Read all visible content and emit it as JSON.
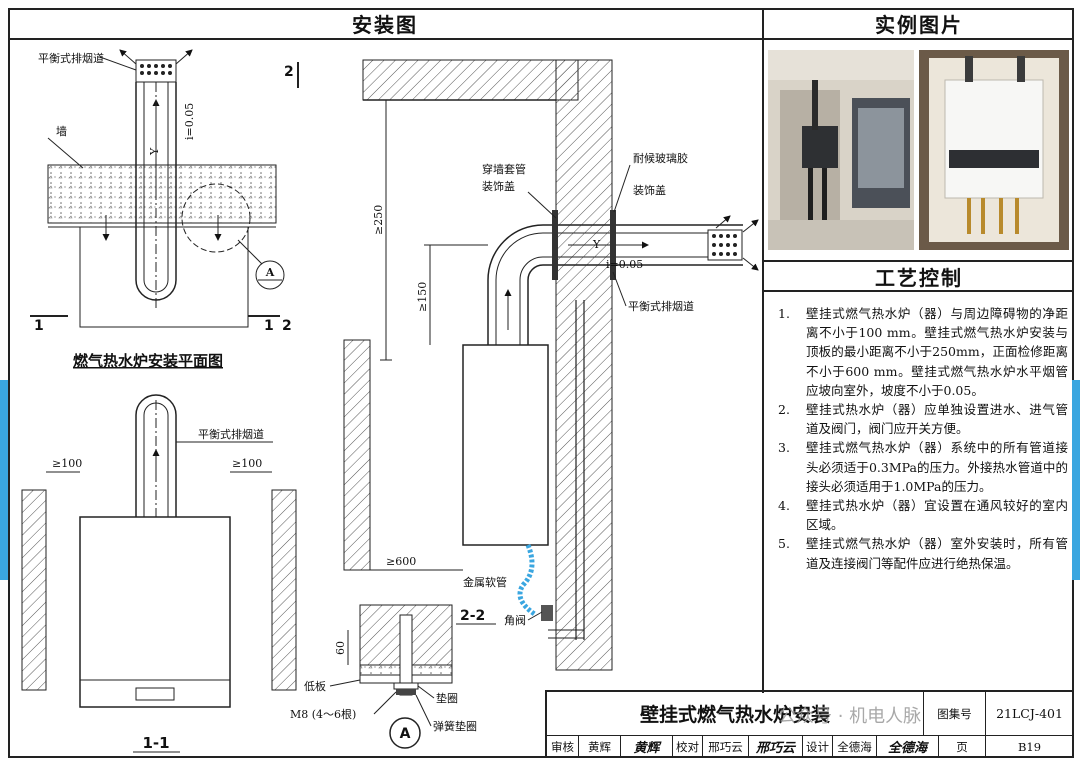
{
  "headers": {
    "install": "安装图",
    "photos": "实例图片",
    "process": "工艺控制"
  },
  "labels": {
    "balanced_flue": "平衡式排烟道",
    "wall": "墙",
    "slope": "i=0.05",
    "flow_y": "Y",
    "detail_a": "A",
    "section_1": "1",
    "section_2": "2",
    "plan_title": "燃气热水炉安装平面图",
    "clear_100": "≥100",
    "section_11": "1-1",
    "wall_sleeve": "穿墙套管",
    "decor_cover": "装饰盖",
    "sealant": "耐候玻璃胶",
    "decor_cover2": "装饰盖",
    "dim_250": "≥250",
    "dim_150": "≥150",
    "dim_600": "≥600",
    "metal_hose": "金属软管",
    "angle_valve": "角阀",
    "section_22": "2-2",
    "dim_60": "60",
    "bottom_plate": "低板",
    "washer": "垫圈",
    "bolts": "M8 (4～6根)",
    "spring_washer": "弹簧垫圈"
  },
  "process_items": [
    {
      "num": "1.",
      "text": "壁挂式燃气热水炉（器）与周边障碍物的净距离不小于100 mm。壁挂式燃气热水炉安装与顶板的最小距离不小于250mm，正面检修距离不小于600 mm。壁挂式燃气热水炉水平烟管应坡向室外，坡度不小于0.05。"
    },
    {
      "num": "2.",
      "text": "壁挂式热水炉（器）应单独设置进水、进气管道及阀门，阀门应开关方便。"
    },
    {
      "num": "3.",
      "text": "壁挂式燃气热水炉（器）系统中的所有管道接头必须适于0.3MPa的压力。外接热水管道中的接头必须适用于1.0MPa的压力。"
    },
    {
      "num": "4.",
      "text": "壁挂式热水炉（器）宜设置在通风较好的室内区域。"
    },
    {
      "num": "5.",
      "text": "壁挂式燃气热水炉（器）室外安装时，所有管道及连接阀门等配件应进行绝热保温。"
    }
  ],
  "title_block": {
    "title": "壁挂式燃气热水炉安装",
    "atlas_label": "图集号",
    "atlas_no": "21LCJ-401",
    "review_label": "审核",
    "reviewer": "黄辉",
    "review_sig": "黄辉",
    "check_label": "校对",
    "checker": "邢巧云",
    "check_sig": "邢巧云",
    "design_label": "设计",
    "designer": "全德海",
    "design_sig": "全德海",
    "page_label": "页",
    "page_no": "B19"
  },
  "watermark": "公众号 · 机电人脉"
}
